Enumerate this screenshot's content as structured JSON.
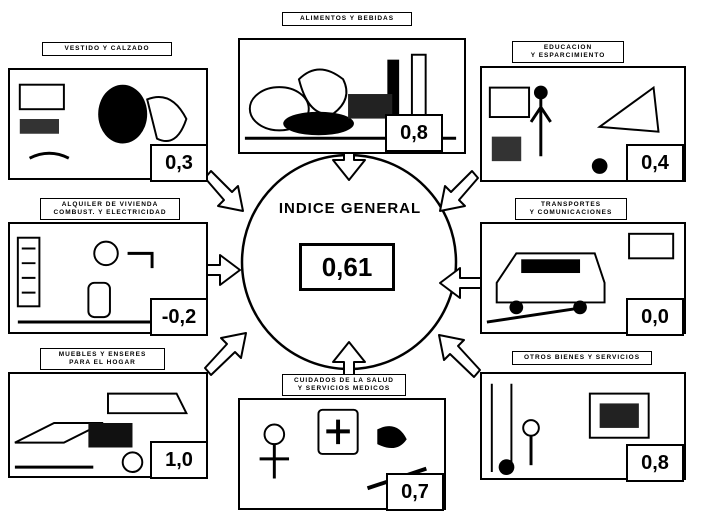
{
  "center": {
    "title": "INDICE GENERAL",
    "value": "0,61"
  },
  "categories": [
    {
      "label": "ALIMENTOS Y BEBIDAS",
      "value": "0,8"
    },
    {
      "label": "VESTIDO Y CALZADO",
      "value": "0,3"
    },
    {
      "label": "EDUCACION\nY ESPARCIMIENTO",
      "value": "0,4"
    },
    {
      "label": "ALQUILER DE VIVIENDA\nCOMBUST. Y ELECTRICIDAD",
      "value": "-0,2"
    },
    {
      "label": "TRANSPORTES\nY COMUNICACIONES",
      "value": "0,0"
    },
    {
      "label": "MUEBLES Y ENSERES\nPARA EL HOGAR",
      "value": "1,0"
    },
    {
      "label": "CUIDADOS DE LA SALUD\nY SERVICIOS MEDICOS",
      "value": "0,7"
    },
    {
      "label": "OTROS BIENES Y SERVICIOS",
      "value": "0,8"
    }
  ]
}
